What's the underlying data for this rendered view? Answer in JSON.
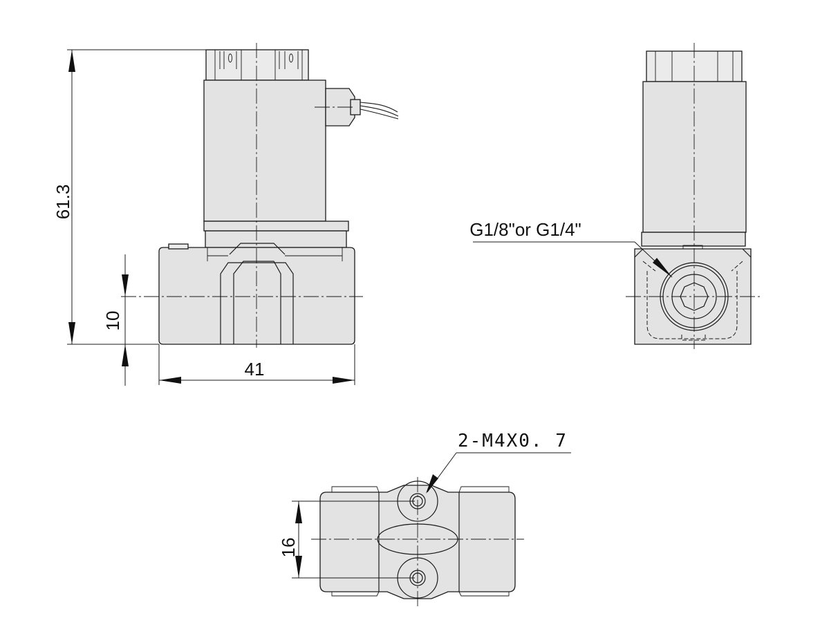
{
  "front_view": {
    "height_dimension": "61.3",
    "port_center_dimension": "10",
    "width_dimension": "41"
  },
  "side_view": {
    "port_callout": "G1/8\"or G1/4\""
  },
  "bottom_view": {
    "spacing_dimension": "16",
    "thread_callout": "2-M4X0. 7"
  }
}
